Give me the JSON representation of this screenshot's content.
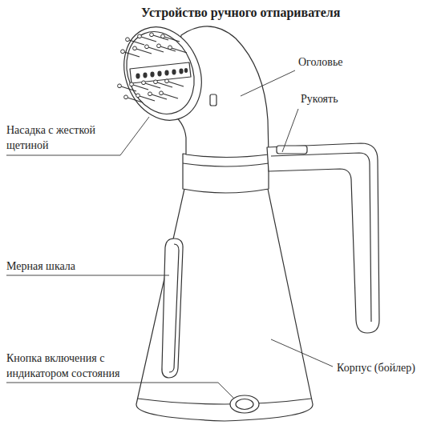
{
  "diagram": {
    "title": "Устройство ручного отпаривателя",
    "labels": [
      "Оголовье",
      "Рукоять",
      "Насадка с жесткой щетиной",
      "Мерная шкала",
      "Кнопка включения с индикатором состояния",
      "Корпус (бойлер)"
    ]
  }
}
